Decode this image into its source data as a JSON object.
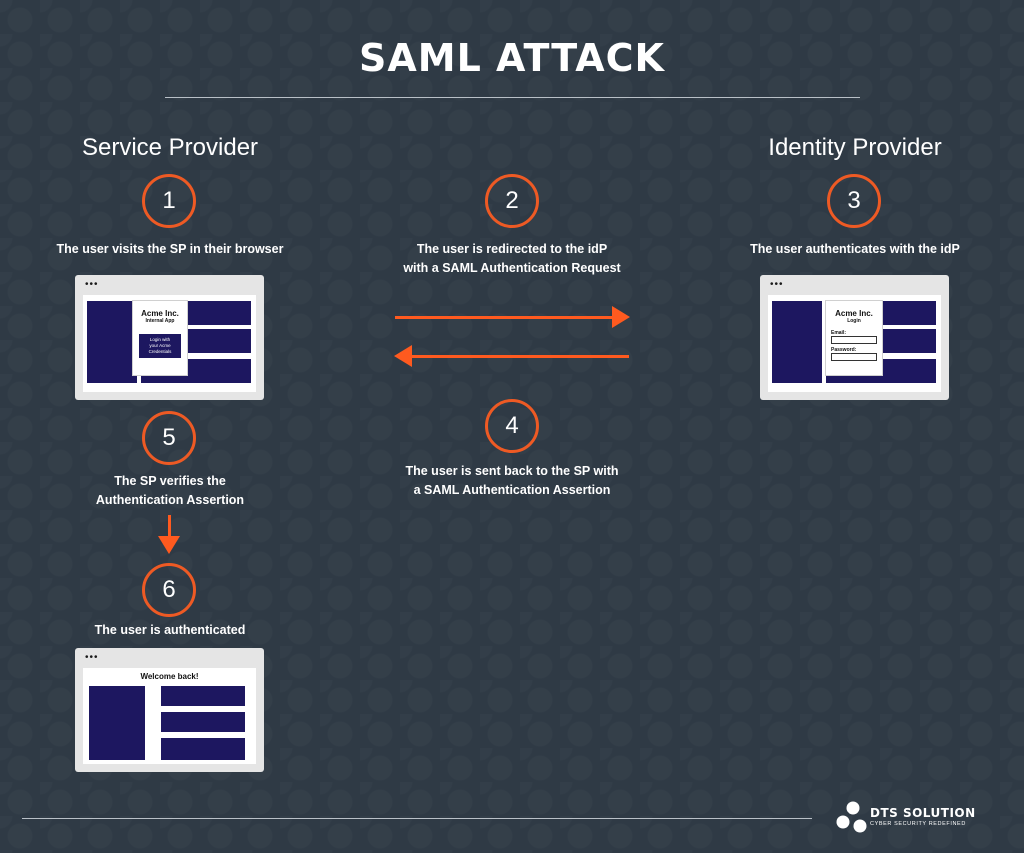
{
  "title": "SAML ATTACK",
  "columns": {
    "left": "Service Provider",
    "right": "Identity Provider"
  },
  "steps": [
    {
      "number": "1",
      "text_lines": [
        "The user visits the SP in their browser"
      ]
    },
    {
      "number": "2",
      "text_lines": [
        "The user is redirected to the idP",
        "with a SAML Authentication Request"
      ]
    },
    {
      "number": "3",
      "text_lines": [
        "The user authenticates with the idP"
      ]
    },
    {
      "number": "4",
      "text_lines": [
        "The user is sent back to the SP with",
        "a SAML Authentication Assertion"
      ]
    },
    {
      "number": "5",
      "text_lines": [
        "The SP verifies the",
        "Authentication Assertion"
      ]
    },
    {
      "number": "6",
      "text_lines": [
        "The user is authenticated"
      ]
    }
  ],
  "browser_sp": {
    "dots": "•••",
    "card_title": "Acme Inc.",
    "card_subtitle": "Internal App",
    "button_lines": [
      "Login with",
      "your Acme",
      "Credentials"
    ]
  },
  "browser_idp": {
    "dots": "•••",
    "card_title": "Acme Inc.",
    "card_subtitle": "Login",
    "email_label": "Email:",
    "password_label": "Password:"
  },
  "browser_auth": {
    "dots": "•••",
    "welcome": "Welcome back!"
  },
  "logo": {
    "name": "DTS SOLUTION",
    "tagline": "CYBER SECURITY REDEFINED"
  },
  "colors": {
    "background": "#2f3a45",
    "accent": "#ee5a24",
    "arrow": "#ff5a1f",
    "mock_block": "#1d1760"
  }
}
